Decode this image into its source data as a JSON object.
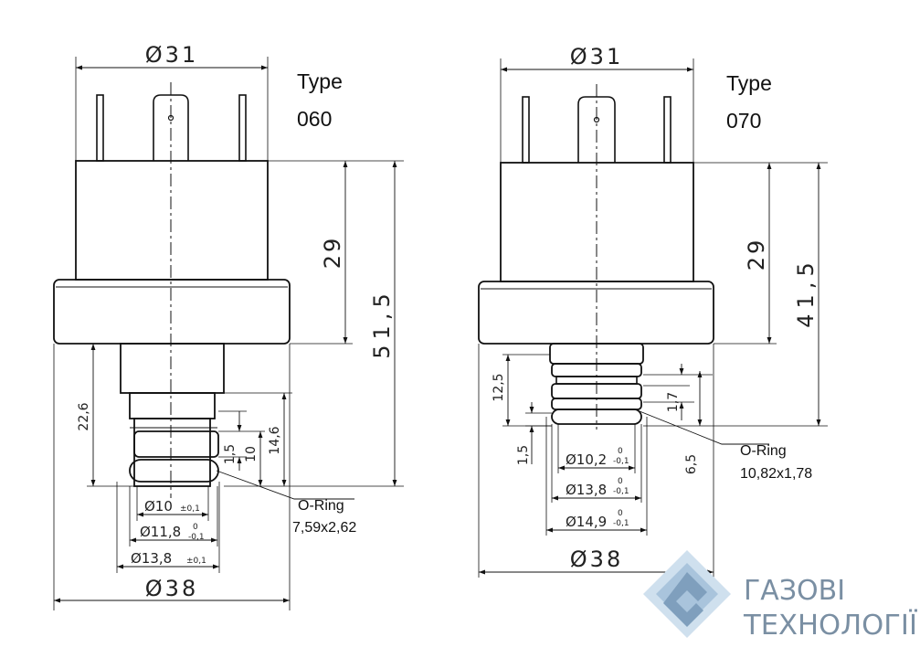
{
  "left": {
    "type_word": "Type",
    "type_code": "060",
    "dim_top": "Ø31",
    "dim_h1": "29",
    "dim_h2": "51,5",
    "dim_bottom": "Ø38",
    "dim_226": "22,6",
    "dim_146": "14,6",
    "dim_10": "10",
    "dim_15": "1,5",
    "d_10": "Ø10",
    "d_10_tol": "±0,1",
    "d_118": "Ø11,8",
    "d_118_tol_up": "0",
    "d_118_tol_dn": "-0,1",
    "d_138": "Ø13,8",
    "d_138_tol": "±0,1",
    "oring_label": "O-Ring",
    "oring_size": "7,59x2,62"
  },
  "right": {
    "type_word": "Type",
    "type_code": "070",
    "dim_top": "Ø31",
    "dim_h1": "29",
    "dim_h2": "41,5",
    "dim_bottom": "Ø38",
    "dim_125": "12,5",
    "dim_17": "1,7",
    "dim_65": "6,5",
    "dim_15": "1,5",
    "d_102": "Ø10,2",
    "d_138": "Ø13,8",
    "d_149": "Ø14,9",
    "tol_up": "0",
    "tol_dn": "-0,1",
    "oring_label": "O-Ring",
    "oring_size": "10,82x1,78"
  },
  "brand": {
    "line1": "ГАЗОВІ",
    "line2": "ТЕХНОЛОГІЇ",
    "colors": {
      "light": "#cfe0ee",
      "mid": "#a9c4dc",
      "dark": "#7f9fbd",
      "text": "#7a8fa3"
    }
  }
}
